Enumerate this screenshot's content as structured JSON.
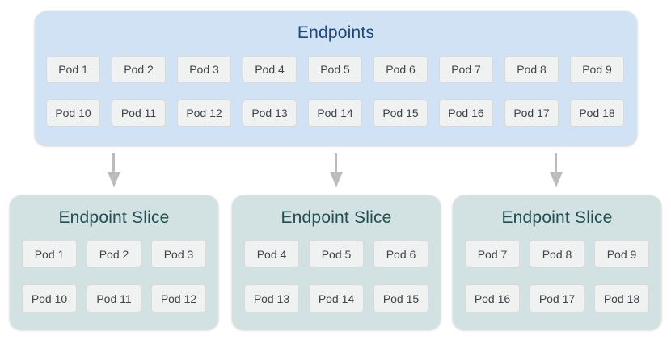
{
  "endpoints": {
    "title": "Endpoints",
    "rows": [
      [
        "Pod 1",
        "Pod 2",
        "Pod 3",
        "Pod 4",
        "Pod 5",
        "Pod 6",
        "Pod 7",
        "Pod 8",
        "Pod 9"
      ],
      [
        "Pod 10",
        "Pod 11",
        "Pod 12",
        "Pod 13",
        "Pod 14",
        "Pod 15",
        "Pod 16",
        "Pod 17",
        "Pod 18"
      ]
    ]
  },
  "slices": [
    {
      "title": "Endpoint Slice",
      "rows": [
        [
          "Pod 1",
          "Pod 2",
          "Pod 3"
        ],
        [
          "Pod 10",
          "Pod 11",
          "Pod 12"
        ]
      ]
    },
    {
      "title": "Endpoint Slice",
      "rows": [
        [
          "Pod 4",
          "Pod 5",
          "Pod 6"
        ],
        [
          "Pod 13",
          "Pod 14",
          "Pod 15"
        ]
      ]
    },
    {
      "title": "Endpoint Slice",
      "rows": [
        [
          "Pod 7",
          "Pod 8",
          "Pod 9"
        ],
        [
          "Pod 16",
          "Pod 17",
          "Pod 18"
        ]
      ]
    }
  ],
  "icons": {
    "arrow": "down-arrow"
  },
  "colors": {
    "page-bg": "#ffffff",
    "endpoints-bg": "#d0e2f4",
    "endpoints-title": "#20497a",
    "slice-bg": "#d2e1e1",
    "slice-title": "#234e53",
    "pod-bg": "#f0f2f2",
    "pod-border": "#d7dadc",
    "pod-text": "#3f4449",
    "arrow": "#bcbcbc"
  }
}
